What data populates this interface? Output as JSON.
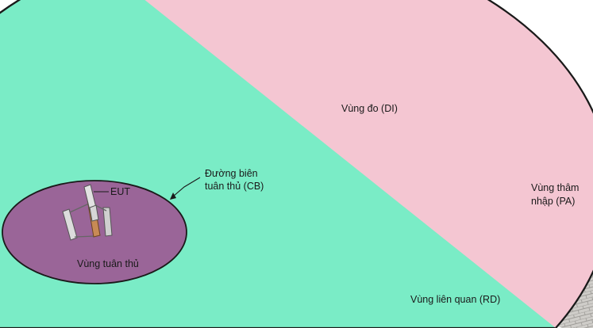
{
  "labels": {
    "di_zone": "Vùng đo (DI)",
    "cb_line1": "Đường biên",
    "cb_line2": "tuân thủ (CB)",
    "eut": "EUT",
    "compliance_zone": "Vùng tuân thủ",
    "pa_line1": "Vùng thâm",
    "pa_line2": "nhập (PA)",
    "rd_zone": "Vùng liên quan (RD)"
  },
  "colors": {
    "rd_fill": "#7aecc6",
    "di_fill": "#f4c6d2",
    "pa_fill": "#cdcbc7",
    "compliance_fill": "#9a6598",
    "outline": "#1a1a1a",
    "eut_body": "#c88a55",
    "eut_panel": "#d4d4d4"
  }
}
